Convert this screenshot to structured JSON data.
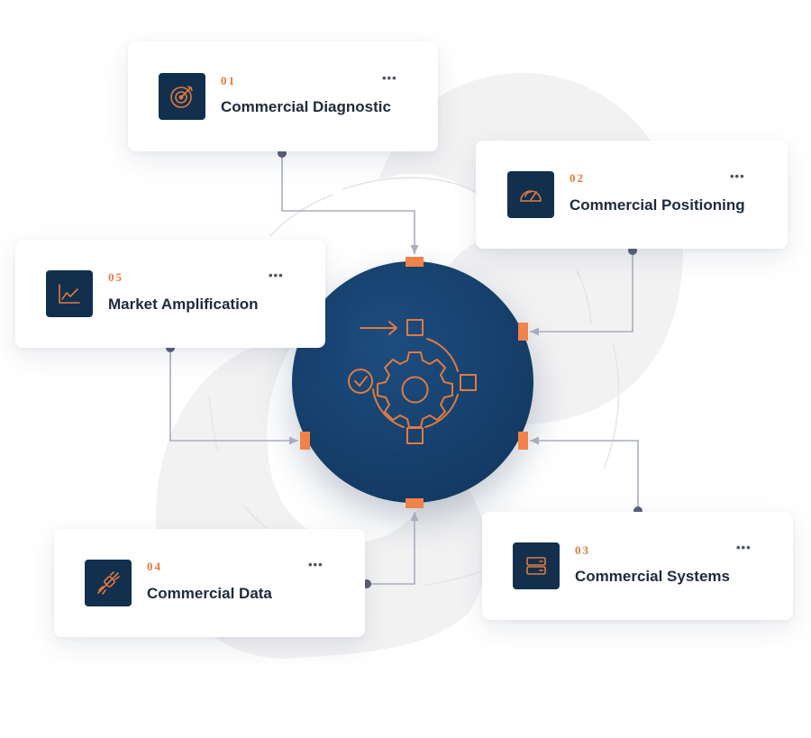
{
  "cards": [
    {
      "number": "01",
      "title": "Commercial Diagnostic",
      "icon": "target-icon",
      "more": "•••"
    },
    {
      "number": "02",
      "title": "Commercial Positioning",
      "icon": "speedometer-icon",
      "more": "•••"
    },
    {
      "number": "03",
      "title": "Commercial Systems",
      "icon": "server-icon",
      "more": "•••"
    },
    {
      "number": "04",
      "title": "Commercial Data",
      "icon": "disconnected-plug-icon",
      "more": "•••"
    },
    {
      "number": "05",
      "title": "Market Amplification",
      "icon": "line-chart-icon",
      "more": "•••"
    }
  ],
  "hub": {
    "icon": "gear-process-icon"
  },
  "colors": {
    "navy": "#12304d",
    "hub": "#163f6b",
    "accent": "#e07a3f",
    "connector": "#a9adbe",
    "connector_dot": "#5b6177",
    "swirl": "#f2f2f3"
  }
}
